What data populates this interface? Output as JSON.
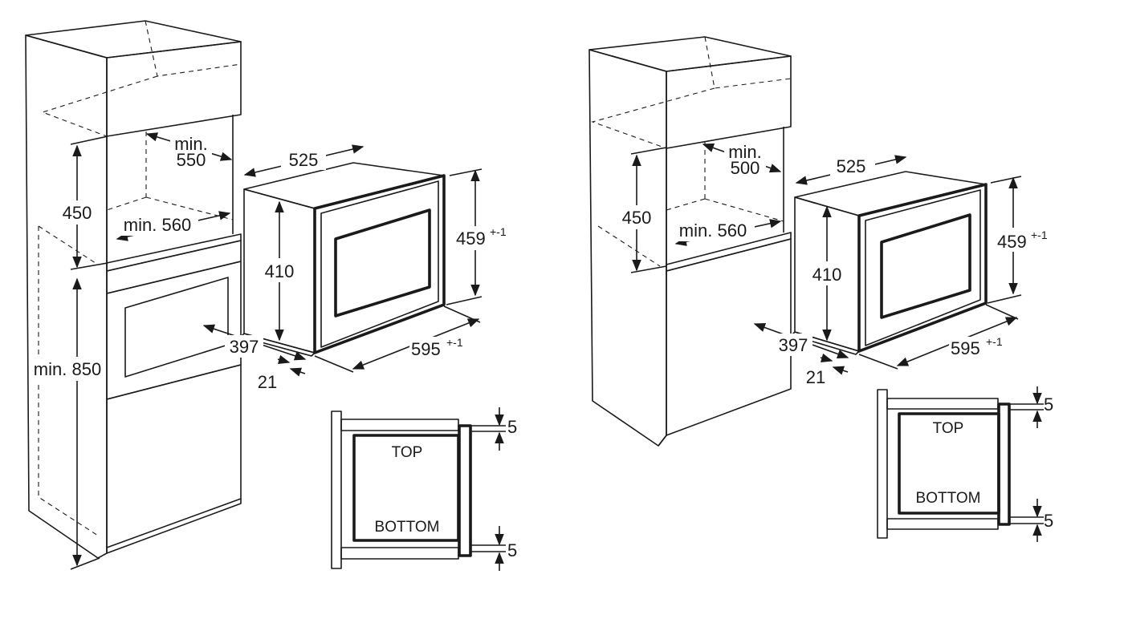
{
  "left_diagram": {
    "cabinet_depth_label": "min.",
    "cabinet_depth_value": "550",
    "niche_height": "450",
    "niche_width": "min. 560",
    "column_height": "min. 850",
    "oven_depth": "525",
    "oven_front_height": "410",
    "oven_height": "459",
    "oven_height_tolerance": "+-1",
    "oven_width": "595",
    "oven_width_tolerance": "+-1",
    "body_depth": "397",
    "frame_depth": "21",
    "detail_top_label": "TOP",
    "detail_bottom_label": "BOTTOM",
    "detail_top_gap": "5",
    "detail_bottom_gap": "5"
  },
  "right_diagram": {
    "cabinet_depth_label": "min.",
    "cabinet_depth_value": "500",
    "niche_height": "450",
    "niche_width": "min. 560",
    "oven_depth": "525",
    "oven_front_height": "410",
    "oven_height": "459",
    "oven_height_tolerance": "+-1",
    "oven_width": "595",
    "oven_width_tolerance": "+-1",
    "body_depth": "397",
    "frame_depth": "21",
    "detail_top_label": "TOP",
    "detail_bottom_label": "BOTTOM",
    "detail_top_gap": "5",
    "detail_bottom_gap": "5"
  }
}
